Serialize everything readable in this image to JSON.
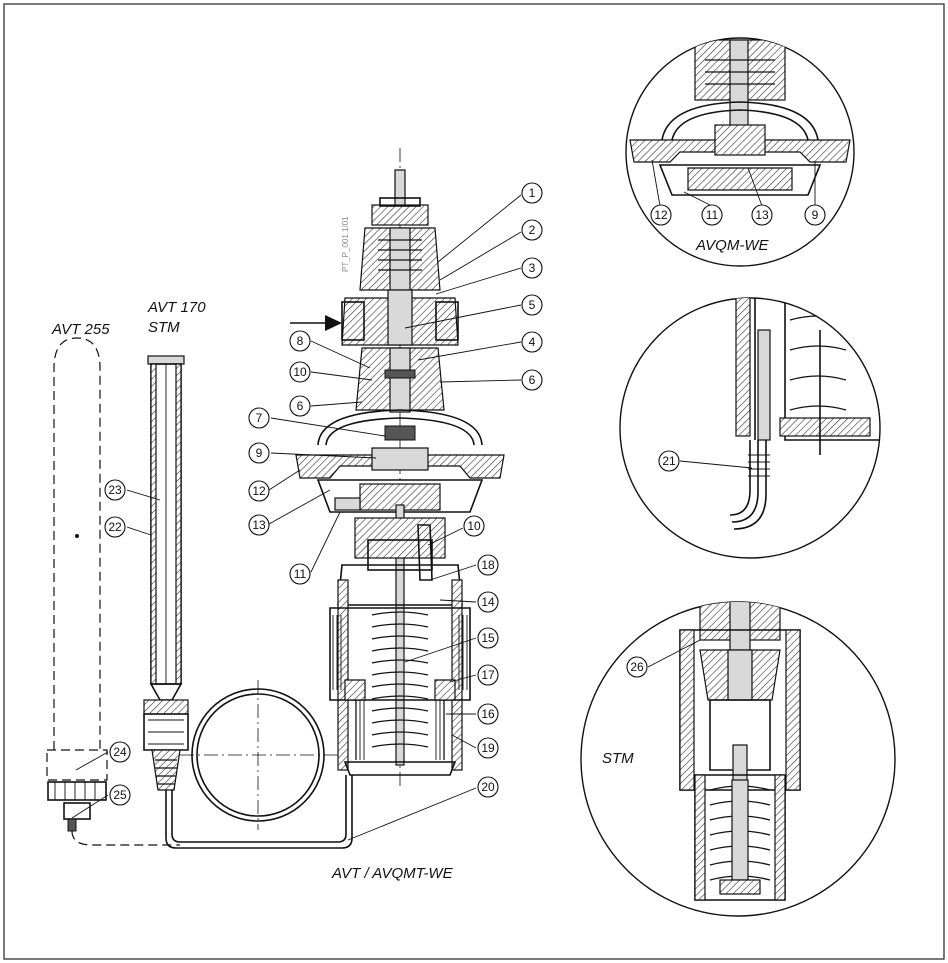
{
  "labels": {
    "avt255": "AVT 255",
    "avt170": "AVT 170",
    "stm_left": "STM",
    "avt_avqmt": "AVT / AVQMT-WE",
    "avqm_we": "AVQM-WE",
    "stm_detail": "STM",
    "drawing_code": "PT_P_001.1/01"
  },
  "callouts": {
    "main": [
      "1",
      "2",
      "3",
      "5",
      "4",
      "6",
      "8",
      "10",
      "6",
      "7",
      "9",
      "12",
      "13",
      "11",
      "10",
      "18",
      "14",
      "15",
      "17",
      "16",
      "19",
      "20",
      "23",
      "22",
      "24",
      "25"
    ],
    "avqm": [
      "12",
      "11",
      "13",
      "9"
    ],
    "detail21": [
      "21"
    ],
    "stm": [
      "26"
    ]
  }
}
